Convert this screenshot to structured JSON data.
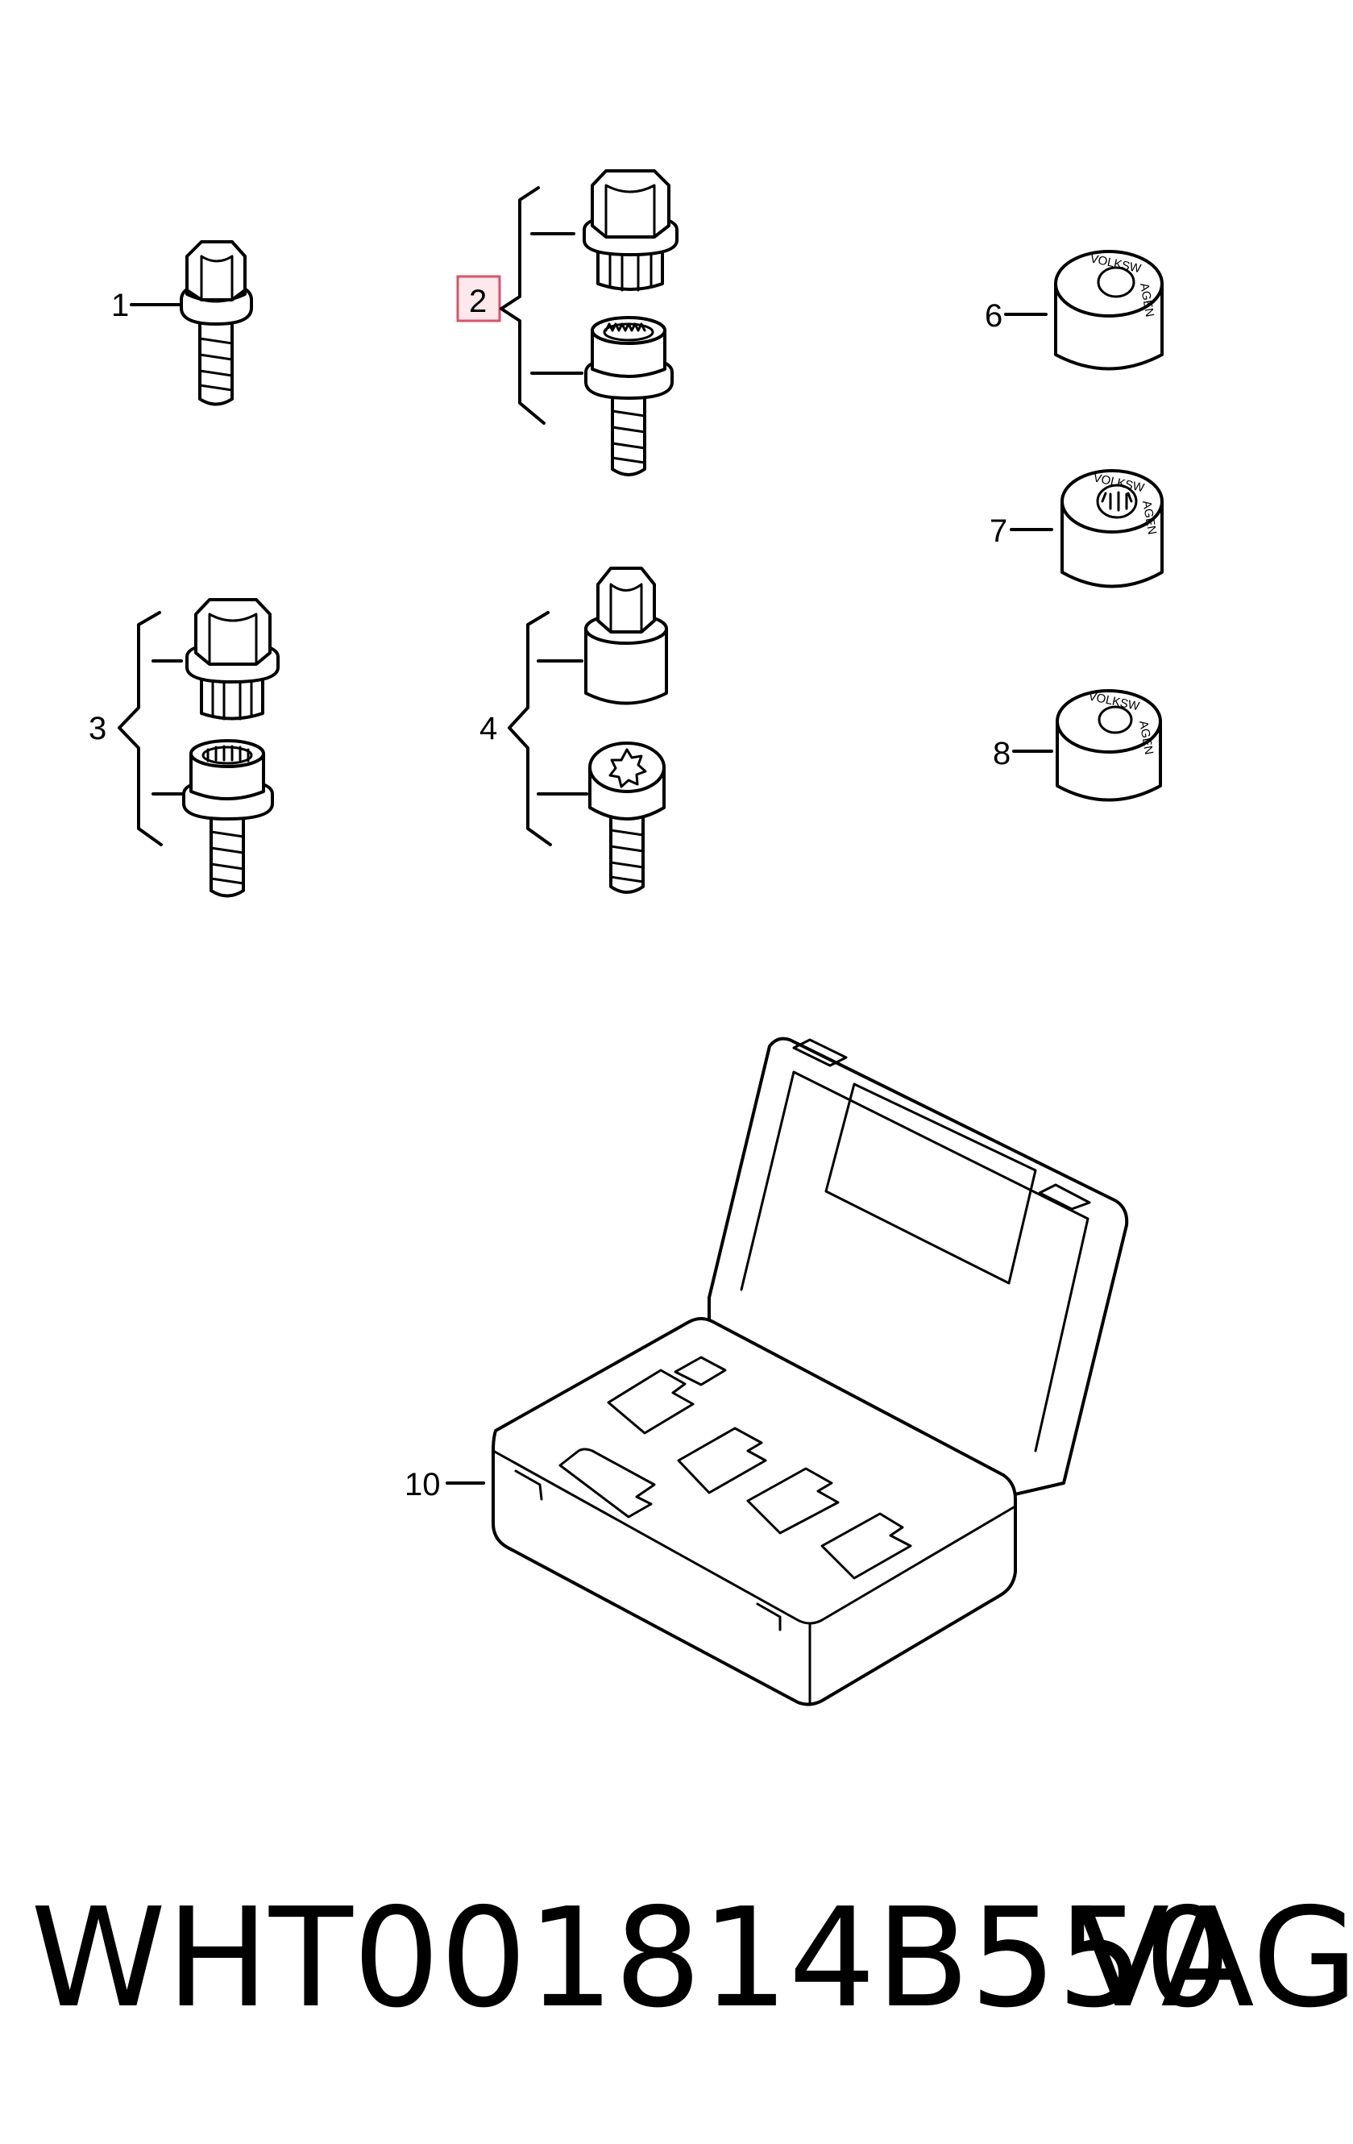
{
  "callouts": {
    "c1": "1",
    "c2": "2",
    "c3": "3",
    "c4": "4",
    "c6": "6",
    "c7": "7",
    "c8": "8",
    "c10": "10"
  },
  "cap_text": {
    "top": "VOLKSW",
    "bottom": "AGEN"
  },
  "footer": {
    "part_number": "WHT001814B550",
    "brand": "VAG"
  },
  "colors": {
    "line": "#000000",
    "background": "#ffffff",
    "highlight_fill": "#fde8ec",
    "highlight_stroke": "#d9536b"
  }
}
